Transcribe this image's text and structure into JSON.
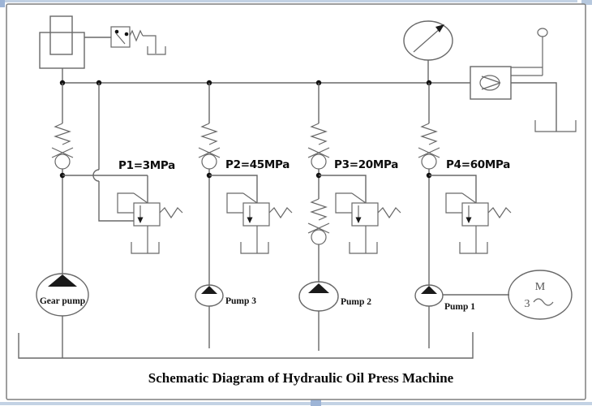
{
  "title": "Schematic Diagram of Hydraulic Oil Press Machine",
  "pressure_labels": [
    {
      "id": "P1",
      "text": "P1=3MPa"
    },
    {
      "id": "P2",
      "text": "P2=45MPa"
    },
    {
      "id": "P3",
      "text": "P3=20MPa"
    },
    {
      "id": "P4",
      "text": "P4=60MPa"
    }
  ],
  "pumps": [
    {
      "name": "Gear pump"
    },
    {
      "name": "Pump 3"
    },
    {
      "name": "Pump 2"
    },
    {
      "name": "Pump 1"
    }
  ],
  "motor": {
    "letter": "M",
    "phase": "3"
  },
  "components": {
    "cylinder": "press-cylinder",
    "switch": "pressure-switch",
    "gauge": "pressure-gauge",
    "shutoff": "manual-shutoff-valve",
    "check_valve": "spring-loaded-check-valve",
    "relief_valve": "pilot-operated-relief-valve",
    "reservoir": "oil-reservoir",
    "motor": "three-phase-motor"
  },
  "colors": {
    "line": "#686868",
    "text": "#0d0d0d",
    "frame": "#7f7f7f",
    "handle_square": "#9db4d6",
    "handle_strip": "#c3d2e4",
    "symbol_fill": "#1a1a1a"
  }
}
